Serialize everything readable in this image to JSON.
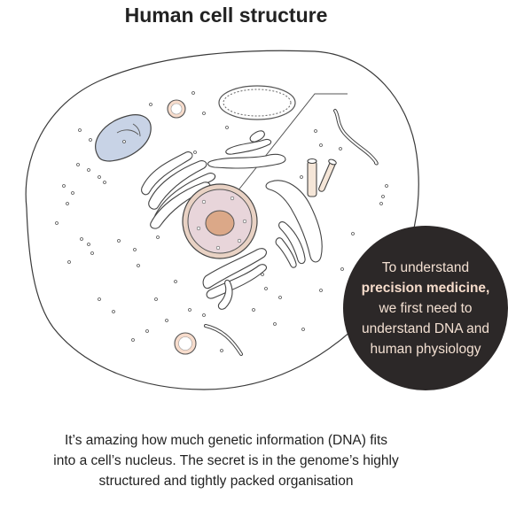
{
  "title": "Human cell structure",
  "callout": {
    "line1": "To understand",
    "line2": "precision medicine,",
    "line3": "we first need to",
    "line4": "understand DNA and",
    "line5": "human physiology"
  },
  "caption": {
    "line1": "It’s amazing how much genetic information (DNA) fits",
    "line2": "into a cell’s nucleus. The secret is in the genome’s highly",
    "line3": "structured and tightly packed organisation"
  },
  "colors": {
    "outline": "#4a4a4a",
    "nucleus_fill": "#e8d5da",
    "nucleolus_fill": "#dba888",
    "nucleus_ring": "#e9d2c4",
    "mitochondrion_fill": "#c8d3e6",
    "vesicle_fill": "#f7dccc",
    "callout_bg": "#2c2828",
    "callout_text": "#f3e0d2"
  }
}
